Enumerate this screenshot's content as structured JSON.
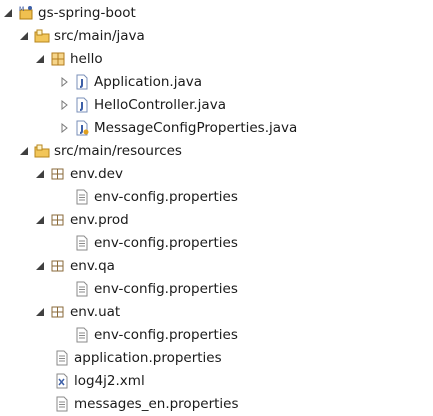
{
  "tree": {
    "project": {
      "label": "gs-spring-boot",
      "icon": "maven-project-icon"
    },
    "src_main_java": {
      "label": "src/main/java",
      "icon": "source-folder-icon"
    },
    "hello": {
      "label": "hello",
      "icon": "package-icon"
    },
    "application_java": {
      "label": "Application.java",
      "icon": "java-file-icon"
    },
    "hellocontroller_java": {
      "label": "HelloController.java",
      "icon": "java-file-icon"
    },
    "messageconfig_java": {
      "label": "MessageConfigProperties.java",
      "icon": "java-file-icon"
    },
    "src_main_resources": {
      "label": "src/main/resources",
      "icon": "source-folder-icon"
    },
    "env_dev": {
      "label": "env.dev",
      "icon": "package-icon"
    },
    "env_dev_props": {
      "label": "env-config.properties",
      "icon": "properties-file-icon"
    },
    "env_prod": {
      "label": "env.prod",
      "icon": "package-icon"
    },
    "env_prod_props": {
      "label": "env-config.properties",
      "icon": "properties-file-icon"
    },
    "env_qa": {
      "label": "env.qa",
      "icon": "package-icon"
    },
    "env_qa_props": {
      "label": "env-config.properties",
      "icon": "properties-file-icon"
    },
    "env_uat": {
      "label": "env.uat",
      "icon": "package-icon"
    },
    "env_uat_props": {
      "label": "env-config.properties",
      "icon": "properties-file-icon"
    },
    "application_properties": {
      "label": "application.properties",
      "icon": "properties-file-icon"
    },
    "log4j2_xml": {
      "label": "log4j2.xml",
      "icon": "xml-file-icon"
    },
    "messages_en": {
      "label": "messages_en.properties",
      "icon": "properties-file-icon"
    }
  },
  "colors": {
    "arrow": "#595959",
    "folder": "#e8b04a",
    "package": "#c58a1f",
    "java": "#3c5fa8"
  }
}
